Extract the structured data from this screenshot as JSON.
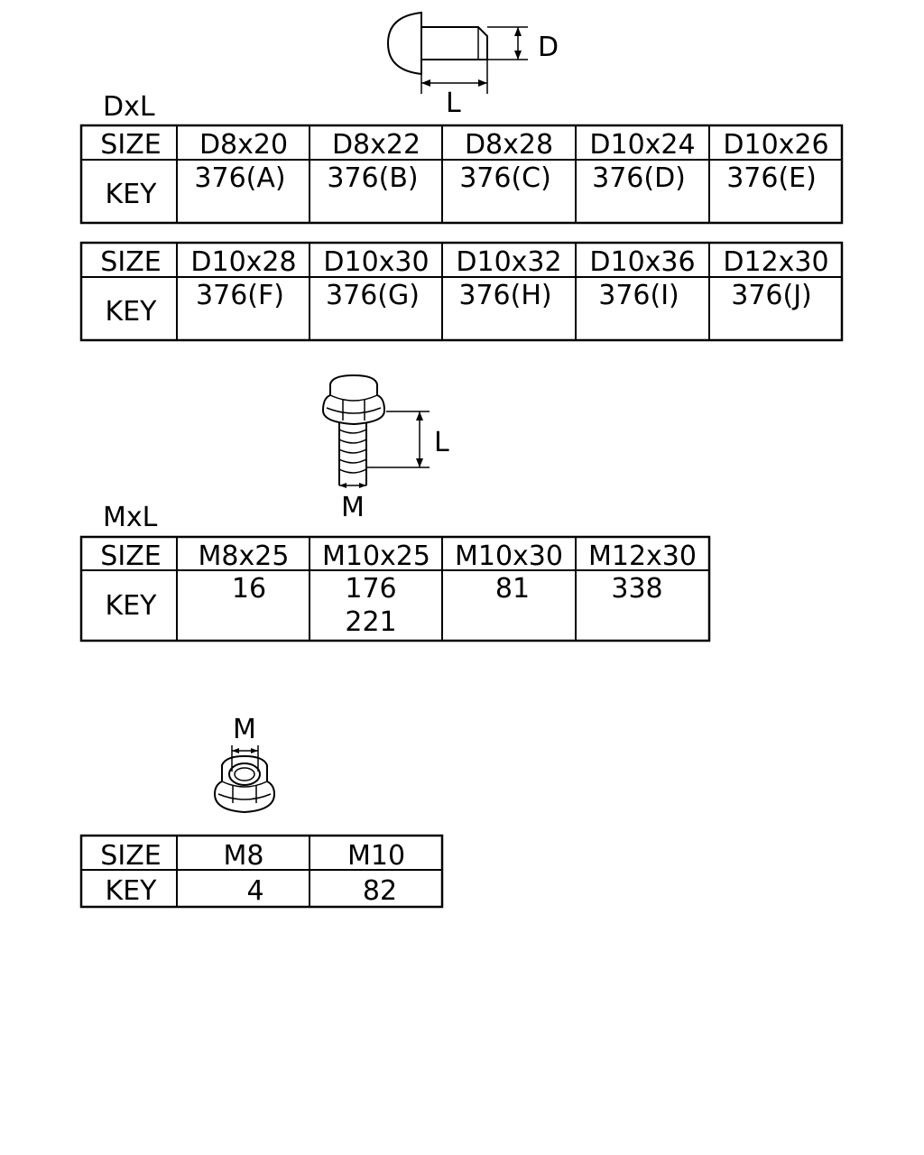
{
  "rivet": {
    "dim_d": "D",
    "dim_l": "L",
    "table_caption": "DxL",
    "tables": [
      {
        "size_label": "SIZE",
        "key_label": "KEY",
        "sizes": [
          "D8x20",
          "D8x22",
          "D8x28",
          "D10x24",
          "D10x26"
        ],
        "keys": [
          "376(A)",
          "376(B)",
          "376(C)",
          "376(D)",
          "376(E)"
        ]
      },
      {
        "size_label": "SIZE",
        "key_label": "KEY",
        "sizes": [
          "D10x28",
          "D10x30",
          "D10x32",
          "D10x36",
          "D12x30"
        ],
        "keys": [
          "376(F)",
          "376(G)",
          "376(H)",
          "376(I)",
          "376(J)"
        ]
      }
    ]
  },
  "bolt": {
    "dim_l": "L",
    "dim_m": "M",
    "table_caption": "MxL",
    "table": {
      "size_label": "SIZE",
      "key_label": "KEY",
      "sizes": [
        "M8x25",
        "M10x25",
        "M10x30",
        "M12x30"
      ],
      "keys": [
        [
          "16"
        ],
        [
          "176",
          "221"
        ],
        [
          "81"
        ],
        [
          "338"
        ]
      ]
    }
  },
  "nut": {
    "dim_m": "M",
    "table": {
      "size_label": "SIZE",
      "key_label": "KEY",
      "sizes": [
        "M8",
        "M10"
      ],
      "keys": [
        "4",
        "82"
      ]
    }
  }
}
